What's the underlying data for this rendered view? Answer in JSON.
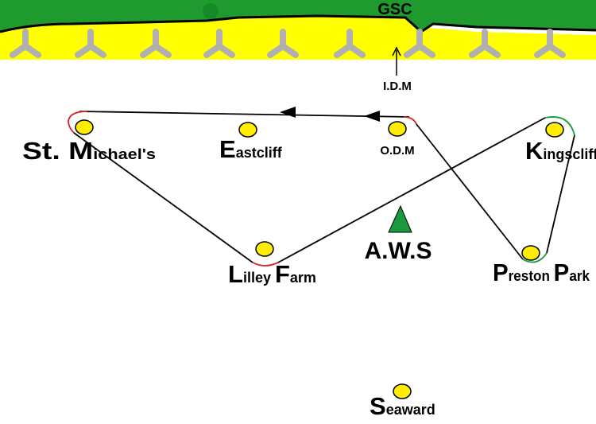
{
  "coast": {
    "label": "GSC",
    "land_color": "#1f9a2e",
    "beach_color": "#ffff00",
    "turbine_color": "#b0b0b0",
    "turbine_count": 9
  },
  "markers": {
    "idm": {
      "label": "I.D.M"
    },
    "odm": {
      "label": "O.D.M"
    },
    "aws": {
      "label": "A.W.S",
      "color": "#1a9a3e"
    }
  },
  "locations": [
    {
      "id": "st-michaels",
      "cap": "St. M",
      "rest": "ichael's"
    },
    {
      "id": "eastcliff",
      "cap": "E",
      "rest": "astcliff"
    },
    {
      "id": "kingscliff",
      "cap": "K",
      "rest": "ingscliff"
    },
    {
      "id": "lilley-farm",
      "cap1": "L",
      "rest1": "illey ",
      "cap2": "F",
      "rest2": "arm"
    },
    {
      "id": "preston-park",
      "cap1": "P",
      "rest1": "reston ",
      "cap2": "P",
      "rest2": "ark"
    },
    {
      "id": "seaward",
      "cap": "S",
      "rest": "eaward"
    }
  ],
  "colors": {
    "marker_fill": "#ffee00",
    "route": "#000000",
    "turn_red": "#d62020",
    "turn_green": "#1a9a3e"
  }
}
